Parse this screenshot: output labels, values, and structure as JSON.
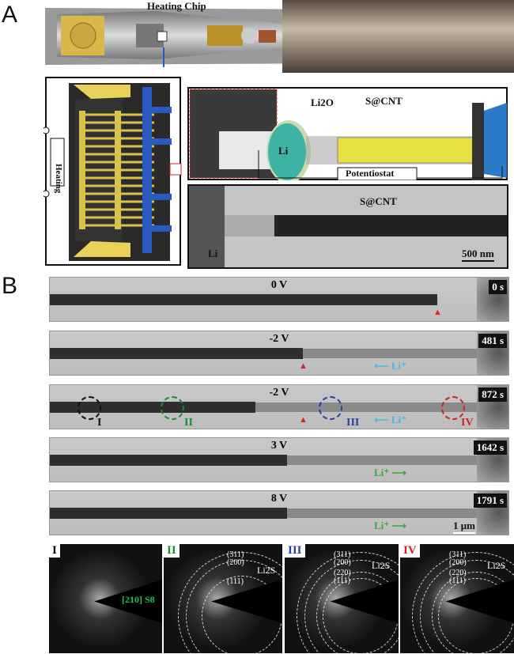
{
  "panel_a": {
    "label": "A",
    "heating_chip": "Heating Chip",
    "heating": "Heating",
    "li2o": "Li2O",
    "li": "Li",
    "scnt": "S@CNT",
    "potentiostat": "Potentiostat",
    "tem_scnt": "S@CNT",
    "tem_li": "Li",
    "scale": "500 nm"
  },
  "panel_b": {
    "label": "B",
    "scale": "1 μm",
    "frames": [
      {
        "voltage": "0 V",
        "time": "0 s"
      },
      {
        "voltage": "-2 V",
        "time": "481 s",
        "arrow": "Li⁺"
      },
      {
        "voltage": "-2 V",
        "time": "872 s",
        "arrow": "Li⁺"
      },
      {
        "voltage": "3 V",
        "time": "1642 s",
        "arrow": "Li⁺"
      },
      {
        "voltage": "8 V",
        "time": "1791 s",
        "arrow": "Li⁺"
      }
    ],
    "regions": [
      {
        "label": "I",
        "color": "#111111"
      },
      {
        "label": "II",
        "color": "#1a8a3a"
      },
      {
        "label": "III",
        "color": "#2a3fa0"
      },
      {
        "label": "IV",
        "color": "#d42020"
      }
    ]
  },
  "diffraction": [
    {
      "label": "I",
      "annotation": "[210] S8"
    },
    {
      "label": "II",
      "phase": "Li2S",
      "planes": [
        "(311)",
        "(200)",
        "(111)"
      ]
    },
    {
      "label": "III",
      "phase": "Li2S",
      "planes": [
        "(311)",
        "(200)",
        "(220)",
        "(111)"
      ]
    },
    {
      "label": "IV",
      "phase": "Li2S",
      "planes": [
        "(311)",
        "(200)",
        "(220)",
        "(111)"
      ]
    }
  ]
}
